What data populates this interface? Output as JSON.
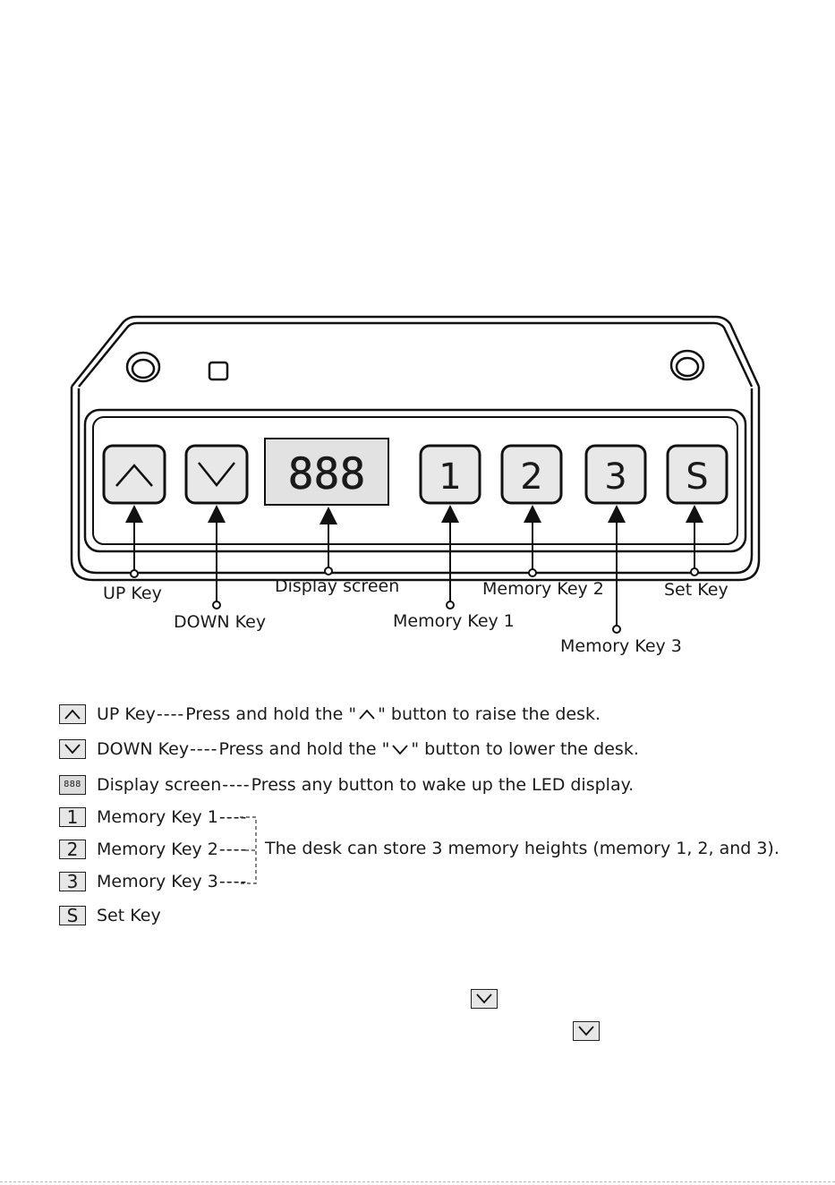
{
  "panel": {
    "display_digits": "888",
    "memory_keys": [
      "1",
      "2",
      "3"
    ],
    "set_key": "S",
    "callouts": {
      "up": "UP Key",
      "down": "DOWN Key",
      "display": "Display screen",
      "memory1": "Memory Key 1",
      "memory2": "Memory Key 2",
      "memory3": "Memory Key 3",
      "set": "Set Key"
    }
  },
  "legend": {
    "up": {
      "name": "UP Key",
      "dash": "----",
      "desc_before": "Press and hold the \"",
      "desc_after": "\" button to raise the desk."
    },
    "down": {
      "name": "DOWN Key",
      "dash": "----",
      "desc_before": "Press and hold the \"",
      "desc_after": "\" button to lower the desk."
    },
    "display": {
      "icon_text": "888",
      "name": "Display screen",
      "dash": "----",
      "desc": "Press any button to wake up the LED display."
    },
    "memory1": {
      "icon_text": "1",
      "name": "Memory Key 1",
      "dash": "----"
    },
    "memory2": {
      "icon_text": "2",
      "name": "Memory Key 2",
      "dash": "----"
    },
    "memory3": {
      "icon_text": "3",
      "name": "Memory Key 3",
      "dash": "----"
    },
    "memory_note": "The desk can store 3 memory heights (memory 1, 2, and 3).",
    "set": {
      "icon_text": "S",
      "name": "Set Key"
    }
  }
}
